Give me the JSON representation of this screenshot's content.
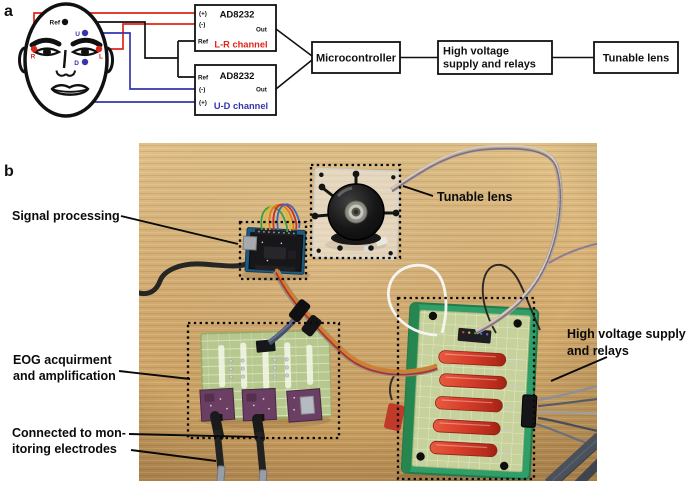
{
  "figure": {
    "panel_a_label": "a",
    "panel_b_label": "b"
  },
  "diagram": {
    "electrodes": {
      "ref": "Ref",
      "u": "U",
      "r": "R",
      "l": "L",
      "d": "D"
    },
    "amp1": {
      "chip": "AD8232",
      "plus": "(+)",
      "minus": "(-)",
      "ref": "Ref",
      "out": "Out",
      "channel": "L-R channel"
    },
    "amp2": {
      "chip": "AD8232",
      "plus": "(+)",
      "minus": "(-)",
      "ref": "Ref",
      "out": "Out",
      "channel": "U-D channel"
    },
    "microcontroller": "Microcontroller",
    "hv_box_line1": "High voltage",
    "hv_box_line2": "supply and relays",
    "lens_box": "Tunable lens"
  },
  "photo_labels": {
    "signal": "Signal processing",
    "lens": "Tunable lens",
    "eog_line1": "EOG acquirment",
    "eog_line2": "and amplification",
    "electrodes_line1": "Connected to mon-",
    "electrodes_line2": "itoring electrodes",
    "hv_line1": "High voltage supply",
    "hv_line2": "and relays"
  },
  "colors": {
    "lr_channel_red": "#e02417",
    "ud_channel_blue": "#3535ad",
    "wood_tan": "#d6ae72",
    "hv_board_green": "#2f9e68",
    "perfboard_green": "#c7d19b",
    "eog_board_green": "#b6c88e",
    "relay_red": "#d9402c",
    "module_purple": "#6b3f63",
    "ribbon_orange": "#d0812f"
  }
}
